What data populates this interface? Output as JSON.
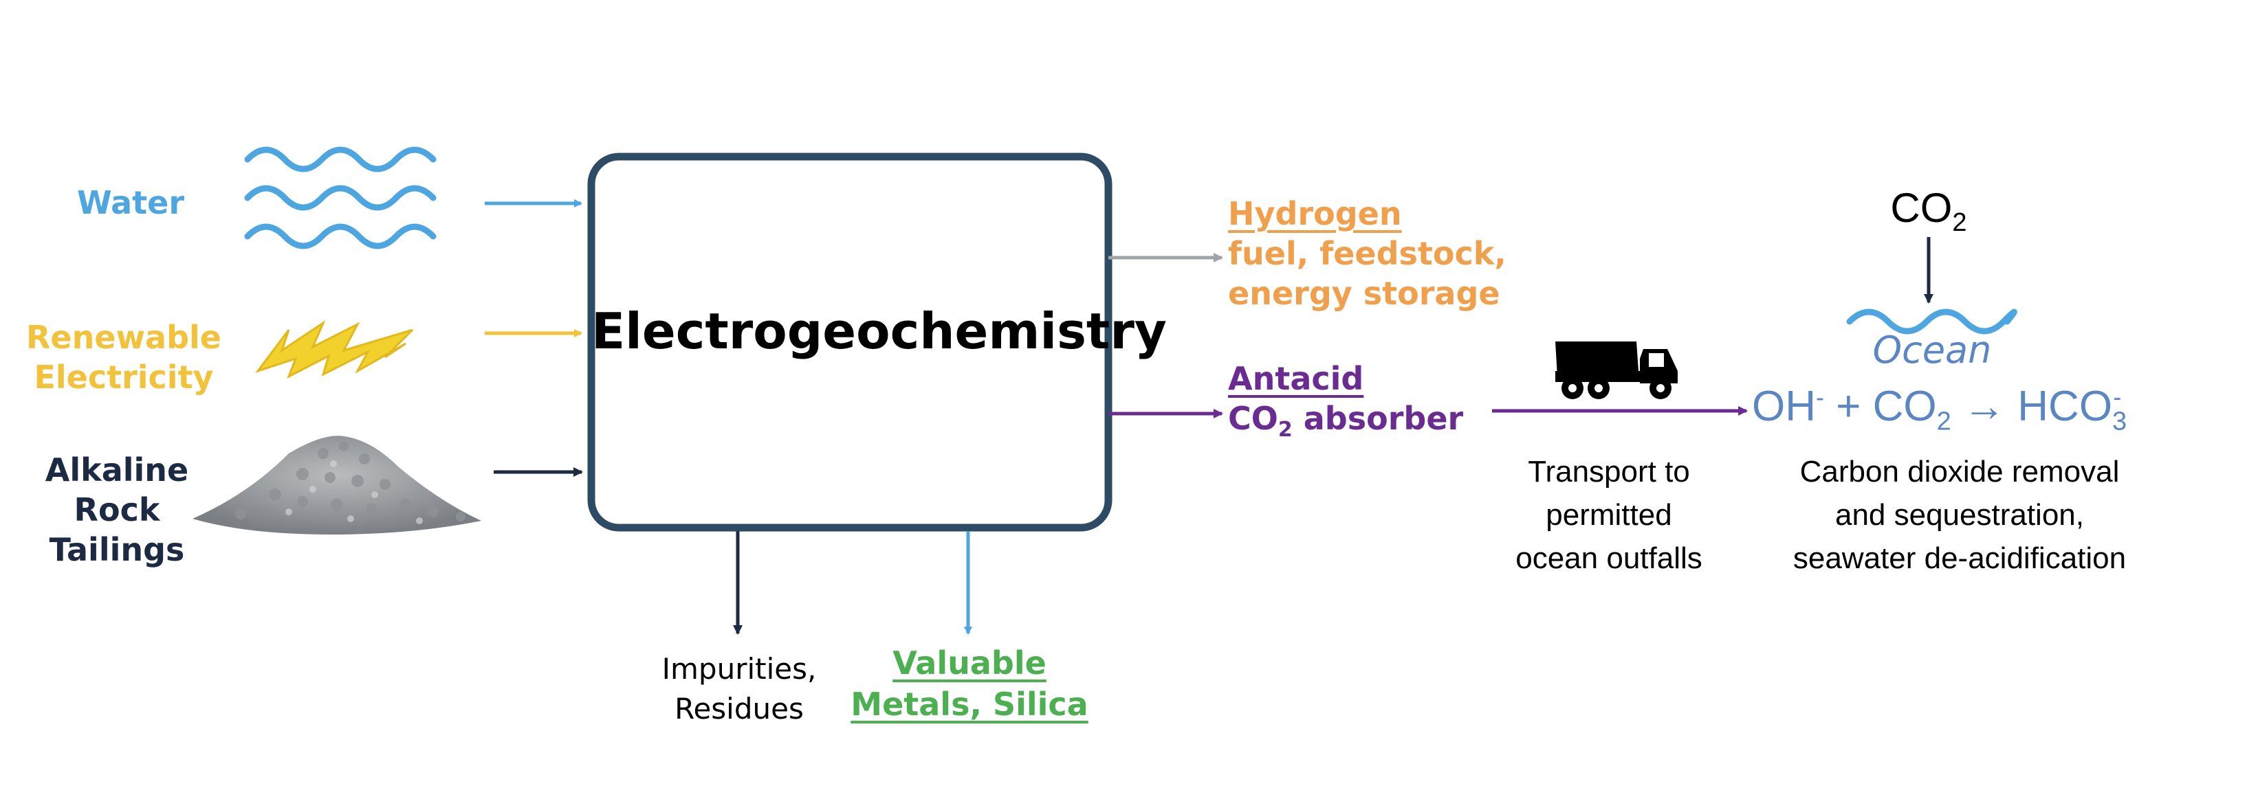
{
  "inputs": {
    "water": "Water",
    "electricity": [
      "Renewable",
      "Electricity"
    ],
    "rock": [
      "Alkaline",
      "Rock",
      "Tailings"
    ]
  },
  "process": {
    "title": "Electrogeochemistry"
  },
  "outputs": {
    "hydrogen": {
      "title": "Hydrogen",
      "uses": [
        "fuel, feedstock,",
        "energy storage"
      ]
    },
    "antacid": {
      "title": "Antacid",
      "co2_prefix": "CO",
      "co2_sub": "2",
      "co2_suffix": " absorber"
    },
    "impurities": [
      "Impurities,",
      "Residues"
    ],
    "metals": [
      "Valuable",
      "Metals, Silica"
    ]
  },
  "transport": [
    "Transport to",
    "permitted",
    "ocean outfalls"
  ],
  "ocean": {
    "co2": "CO",
    "co2_sub": "2",
    "label": "Ocean",
    "reaction": {
      "oh": "OH",
      "oh_sup": "-",
      "plus": " + CO",
      "plus_sub": "2",
      "arrow": " → HCO",
      "hco_sub": "3",
      "hco_sup": "-"
    },
    "caption": [
      "Carbon dioxide removal",
      "and sequestration,",
      "seawater de-acidification"
    ]
  },
  "colors": {
    "water": "#4da6e0",
    "electricity": "#f2c23a",
    "rock": "#1c2a44",
    "hydrogen": "#f0a04c",
    "antacid": "#6a2c91",
    "metals": "#4caf50",
    "ocean": "#5a86c4",
    "box": "#2e4b66"
  },
  "icons": [
    "waves-icon",
    "lightning-icon",
    "rock-pile-icon",
    "truck-icon",
    "ocean-waves-icon"
  ]
}
